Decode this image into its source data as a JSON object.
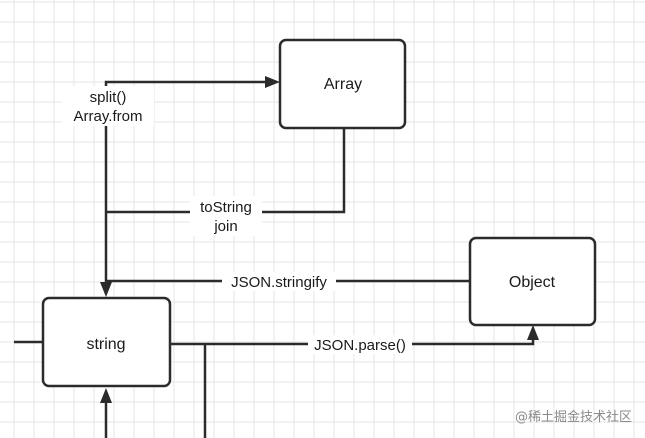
{
  "diagram": {
    "nodes": {
      "array": {
        "label": "Array"
      },
      "object": {
        "label": "Object"
      },
      "string": {
        "label": "string"
      }
    },
    "edges": {
      "split": {
        "label_line1": "split()",
        "label_line2": "Array.from"
      },
      "tostring": {
        "label_line1": "toString",
        "label_line2": "join"
      },
      "stringify": {
        "label": "JSON.stringify"
      },
      "parse": {
        "label": "JSON.parse()"
      }
    },
    "watermark": {
      "text": "@稀土掘金技术社区"
    },
    "colors": {
      "line": "#2b2b2b",
      "grid": "#e6e6e6",
      "background": "#ffffff"
    }
  }
}
